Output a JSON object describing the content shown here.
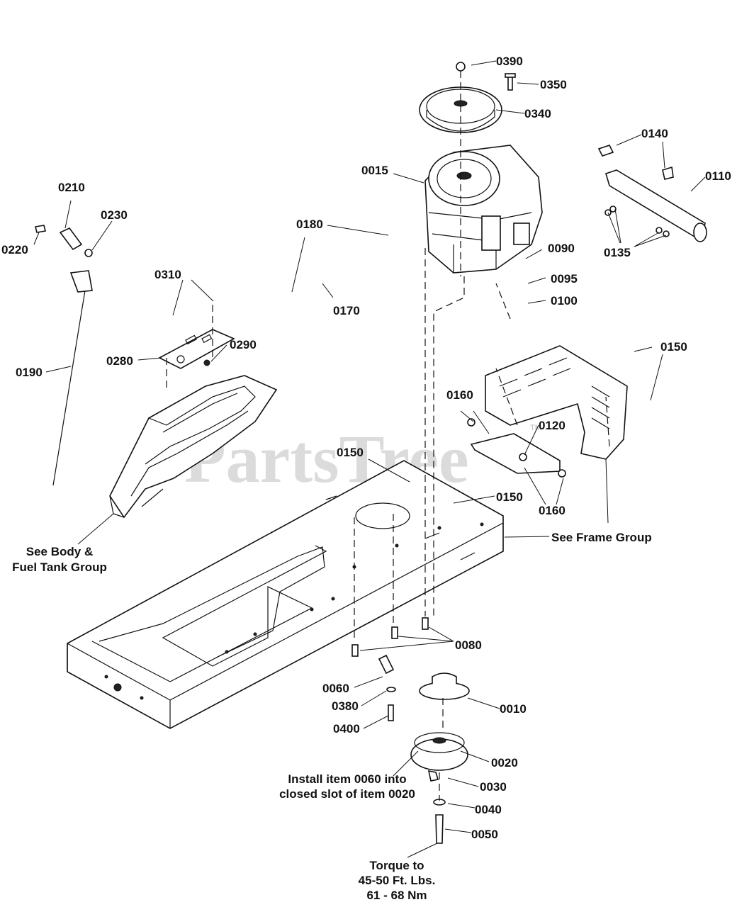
{
  "watermark": {
    "text": "PartsTree",
    "trademark": "TM"
  },
  "callouts": {
    "c0390": "0390",
    "c0350": "0350",
    "c0340": "0340",
    "c0015": "0015",
    "c0140": "0140",
    "c0110": "0110",
    "c0135": "0135",
    "c0210": "0210",
    "c0230": "0230",
    "c0220": "0220",
    "c0180": "0180",
    "c0090": "0090",
    "c0095": "0095",
    "c0100": "0100",
    "c0170": "0170",
    "c0310": "0310",
    "c0290": "0290",
    "c0280": "0280",
    "c0190": "0190",
    "c0150a": "0150",
    "c0150b": "0150",
    "c0150c": "0150",
    "c0160a": "0160",
    "c0160b": "0160",
    "c0120": "0120",
    "c0080": "0080",
    "c0060": "0060",
    "c0380": "0380",
    "c0400": "0400",
    "c0010": "0010",
    "c0020": "0020",
    "c0030": "0030",
    "c0040": "0040",
    "c0050": "0050"
  },
  "notes": {
    "body_line1": "See Body &",
    "body_line2": "Fuel Tank Group",
    "frame": "See Frame Group",
    "install_line1": "Install item 0060 into",
    "install_line2": "closed slot of item 0020",
    "torque_line1": "Torque to",
    "torque_line2": "45-50 Ft. Lbs.",
    "torque_line3": "61 - 68 Nm"
  }
}
